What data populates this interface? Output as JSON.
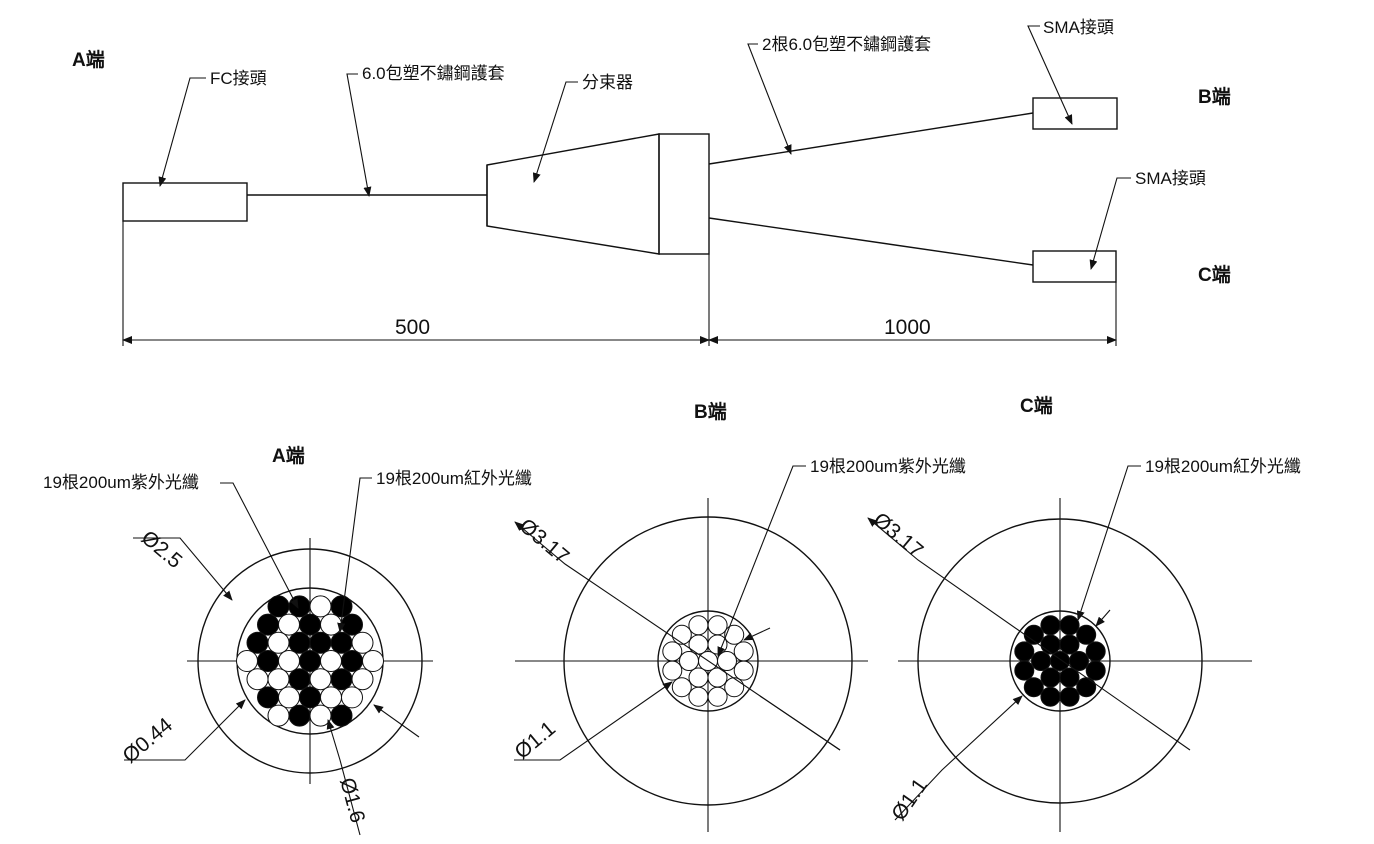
{
  "top": {
    "end_a": "A端",
    "end_b": "B端",
    "end_c": "C端",
    "fc_connector": "FC接頭",
    "jacket_main": "6.0包塑不鏽鋼護套",
    "splitter": "分束器",
    "jacket_branch": "2根6.0包塑不鏽鋼護套",
    "sma_b": "SMA接頭",
    "sma_c": "SMA接頭",
    "dim_main": "500",
    "dim_branch": "1000"
  },
  "sections": {
    "a": {
      "title": "A端",
      "uv_label": "19根200um紫外光纖",
      "ir_label": "19根200um紅外光纖",
      "outer_dia": "Ø2.5",
      "fiber_dia": "Ø0.44",
      "bundle_dia": "Ø1.6"
    },
    "b": {
      "title": "B端",
      "fiber_label": "19根200um紫外光纖",
      "outer_dia": "Ø3.17",
      "bundle_dia": "Ø1.1"
    },
    "c": {
      "title": "C端",
      "fiber_label": "19根200um紅外光纖",
      "outer_dia": "Ø3.17",
      "bundle_dia": "Ø1.1"
    }
  },
  "colors": {
    "line": "#111111",
    "fiber_filled": "#000000",
    "fiber_open": "#ffffff"
  }
}
